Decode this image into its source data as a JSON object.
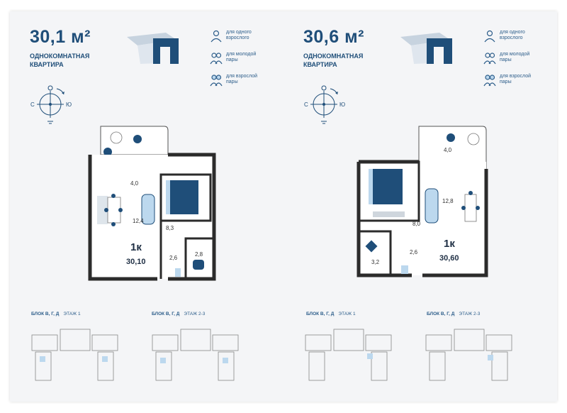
{
  "colors": {
    "brand": "#1f4e79",
    "accent": "#bcd8ee",
    "wall": "#2b2b2b"
  },
  "apartments": [
    {
      "area": "30,1 м²",
      "type_line1": "ОДНОКОМНАТНАЯ",
      "type_line2": "КВАРТИРА",
      "audience": [
        "для одного взрослого",
        "для молодой пары",
        "для взрослой пары"
      ],
      "compass": {
        "west": "С",
        "east": "Ю"
      },
      "plan": {
        "label": "1к",
        "total": "30,10",
        "rooms": [
          "4,0",
          "12,4",
          "8,3",
          "2,6",
          "2,8"
        ]
      },
      "blocks": [
        {
          "name": "БЛОК В, Г, Д",
          "floor": "ЭТАЖ 1"
        },
        {
          "name": "БЛОК В, Г, Д",
          "floor": "ЭТАЖ 2-3"
        }
      ]
    },
    {
      "area": "30,6 м²",
      "type_line1": "ОДНОКОМНАТНАЯ",
      "type_line2": "КВАРТИРА",
      "audience": [
        "для одного взрослого",
        "для молодой пары",
        "для взрослой пары"
      ],
      "compass": {
        "west": "С",
        "east": "Ю"
      },
      "plan": {
        "label": "1к",
        "total": "30,60",
        "rooms": [
          "4,0",
          "12,8",
          "8,0",
          "2,6",
          "3,2"
        ]
      },
      "blocks": [
        {
          "name": "БЛОК В, Г, Д",
          "floor": "ЭТАЖ 1"
        },
        {
          "name": "БЛОК В, Г, Д",
          "floor": "ЭТАЖ 2-3"
        }
      ]
    }
  ]
}
